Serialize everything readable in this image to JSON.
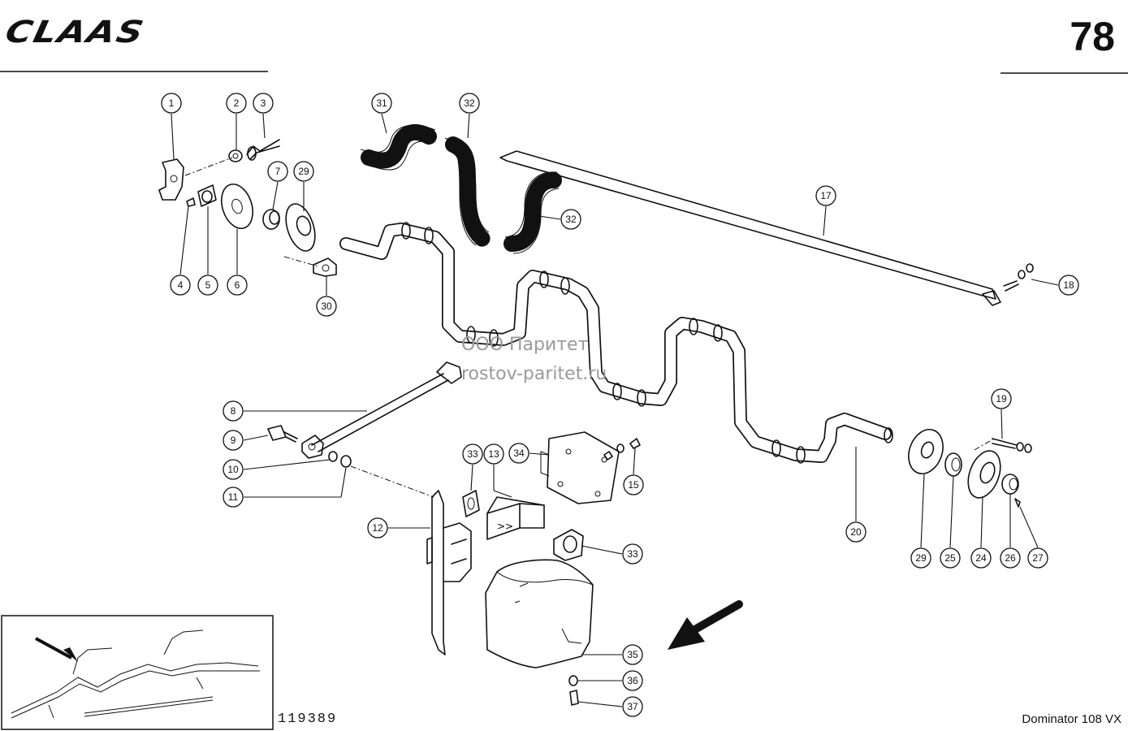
{
  "header": {
    "brand": "CLAAS",
    "page_number": "78"
  },
  "footer": {
    "drawing_number": "119389",
    "model": "Dominator 108 VX"
  },
  "watermark": {
    "line1": "ООО Паритет",
    "line2": "rostov-paritet.ru"
  },
  "callouts": {
    "c1": "1",
    "c2": "2",
    "c3": "3",
    "c4": "4",
    "c5": "5",
    "c6": "6",
    "c7": "7",
    "c29a": "29",
    "c30": "30",
    "c31": "31",
    "c32a": "32",
    "c32b": "32",
    "c17": "17",
    "c18": "18",
    "c8": "8",
    "c9": "9",
    "c10": "10",
    "c11": "11",
    "c12": "12",
    "c33a": "33",
    "c13": "13",
    "c34": "34",
    "c15": "15",
    "c33b": "33",
    "c20": "20",
    "c19": "19",
    "c29b": "29",
    "c25": "25",
    "c24": "24",
    "c26": "26",
    "c27": "27",
    "c35": "35",
    "c36": "36",
    "c37": "37"
  }
}
